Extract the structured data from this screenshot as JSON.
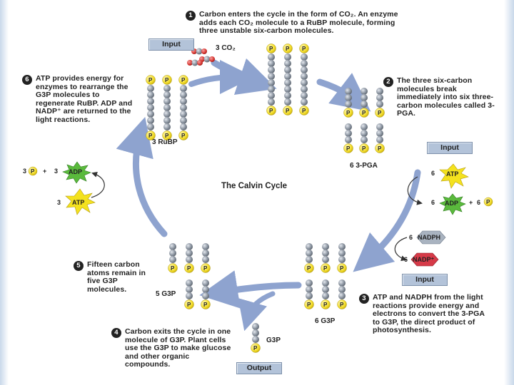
{
  "steps": [
    {
      "number": "1",
      "text": "Carbon enters the cycle in the form of CO₂. An enzyme adds each CO₂ molecule to a RuBP molecule, forming three unstable six-carbon molecules."
    },
    {
      "number": "2",
      "text": "The three six-carbon molecules break immediately into six three-carbon molecules called 3-PGA."
    },
    {
      "number": "3",
      "text": "ATP and NADPH from the light reactions provide energy and electrons to convert the 3-PGA to G3P, the direct product of photosynthesis."
    },
    {
      "number": "4",
      "text": "Carbon exits the cycle in one molecule of G3P. Plant cells use the G3P to make glucose and other organic compounds."
    },
    {
      "number": "5",
      "text": "Fifteen carbon atoms remain in five G3P molecules."
    },
    {
      "number": "6",
      "text": "ATP provides energy for enzymes to rearrange the G3P molecules to regenerate RuBP. ADP and NADP⁺ are returned to the light reactions."
    }
  ],
  "title": "The Calvin Cycle",
  "boxes": {
    "input_co2": "Input",
    "input_atp": "Input",
    "input_nadph": "Input",
    "output": "Output"
  },
  "labels": {
    "co2": "3 CO₂",
    "rubp": "3 RuBP",
    "pga": "6 3-PGA",
    "g3p_right": "6 G3P",
    "g3p_left": "5 G3P",
    "g3p_out": "G3P",
    "phosphate": "P"
  },
  "right_cofactors": {
    "atp_coef": "6",
    "atp": "ATP",
    "adp_coef": "6",
    "adp": "ADP",
    "plus": "+",
    "p_coef": "6",
    "nadph_coef": "6",
    "nadph": "NADPH",
    "nadp_coef": "6",
    "nadp": "NADP⁺"
  },
  "left_cofactors": {
    "p_coef": "3",
    "plus": "+",
    "adp_coef": "3",
    "adp": "ADP",
    "atp_coef": "3",
    "atp": "ATP"
  },
  "colors": {
    "arrow": "#8ea3cf",
    "carbon_bead": "#8d96a2",
    "phosphate": "#f2dc28",
    "atp_star": "#f4e21e",
    "adp_star": "#5aba3c",
    "nadph": "#a9b3c0",
    "nadp": "#d63a48",
    "input_box": "#b3c3d9"
  }
}
